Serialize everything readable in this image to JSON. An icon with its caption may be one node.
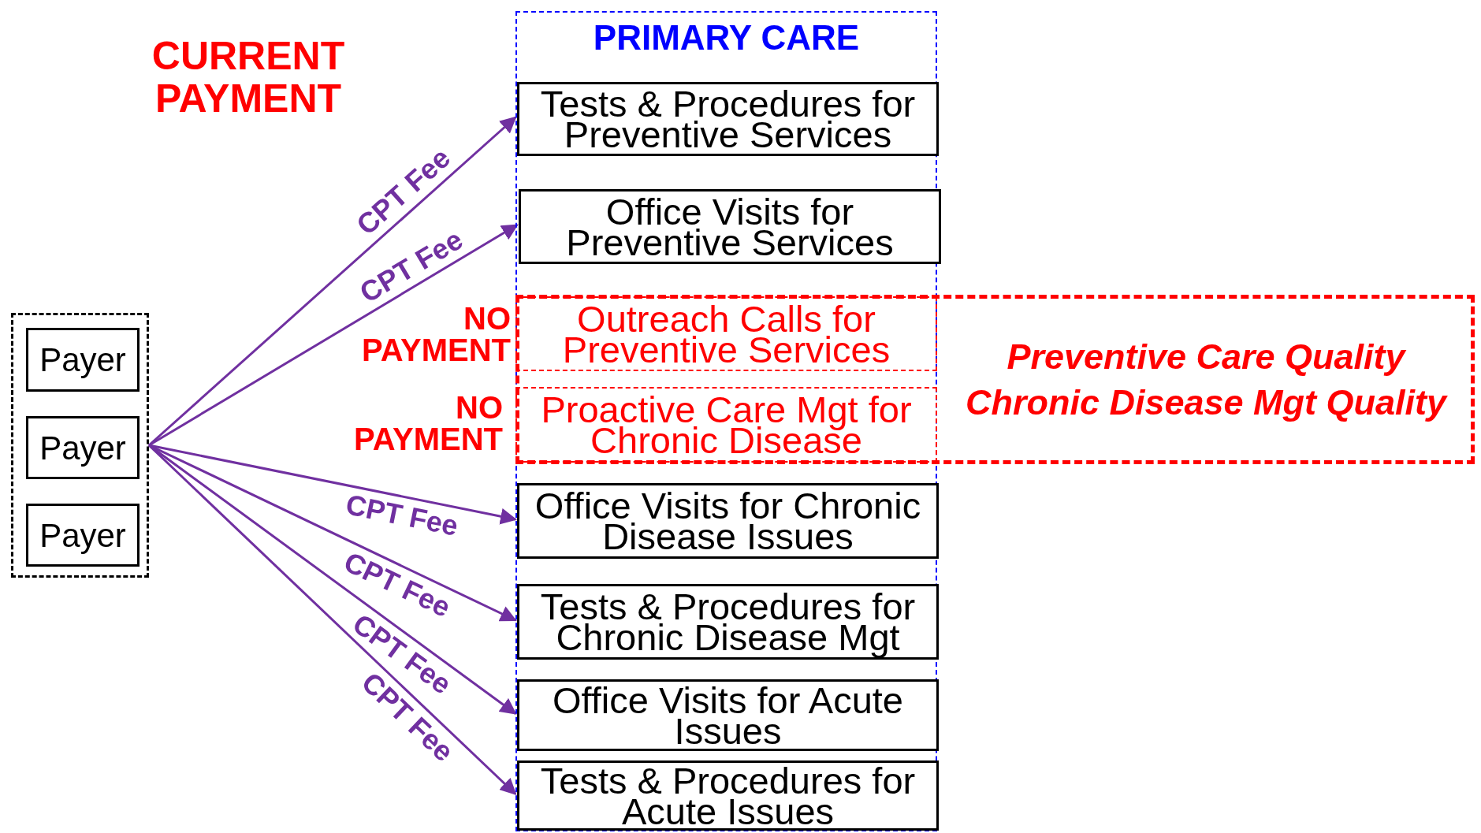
{
  "diagram": {
    "title": "CURRENT PAYMENT",
    "nodes": [
      {
        "text": [],
        "shape": "box"
      },
      {
        "text": [
          "Payer"
        ],
        "in": 0
      },
      {
        "text": [
          "Payer"
        ],
        "in": 0
      },
      {
        "text": [
          "Payer"
        ],
        "in": 0
      },
      {
        "text": [
          "PRIMARY CARE"
        ]
      },
      {
        "text": [
          "Tests & Procedures for Preventive Services"
        ],
        "in": 4
      },
      {
        "text": [
          "Office Visits for Preventive Services"
        ],
        "in": 4
      },
      {
        "text": [
          "Outreach Calls for Preventive Services"
        ],
        "beside": [
          "NO PAYMENT"
        ]
      },
      {
        "text": [
          "Proactive Care Mgt for Chronic Disease"
        ],
        "beside": [
          "NO PAYMENT"
        ]
      },
      {
        "text": [
          "Preventive Care Quality",
          "Chronic Disease Mgt Quality"
        ]
      },
      {
        "text": [
          "Office Visits for Chronic Disease Issues"
        ],
        "in": 4
      },
      {
        "text": [
          "Tests & Procedures for Chronic Disease Mgt"
        ],
        "in": 4
      },
      {
        "text": [
          "Office Visits for Acute Issues"
        ],
        "in": 4
      },
      {
        "text": [
          "Tests & Procedures for Acute Issues"
        ],
        "in": 4
      }
    ],
    "edges": [
      {
        "from": 0,
        "to": 5,
        "arrow": "to",
        "label": "CPT Fee"
      },
      {
        "from": 0,
        "to": 6,
        "arrow": "to",
        "label": "CPT Fee"
      },
      {
        "from": 0,
        "to": 10,
        "arrow": "to",
        "label": "CPT Fee"
      },
      {
        "from": 0,
        "to": 11,
        "arrow": "to",
        "label": "CPT Fee"
      },
      {
        "from": 0,
        "to": 12,
        "arrow": "to",
        "label": "CPT Fee"
      },
      {
        "from": 0,
        "to": 13,
        "arrow": "to",
        "label": "CPT Fee"
      }
    ]
  }
}
